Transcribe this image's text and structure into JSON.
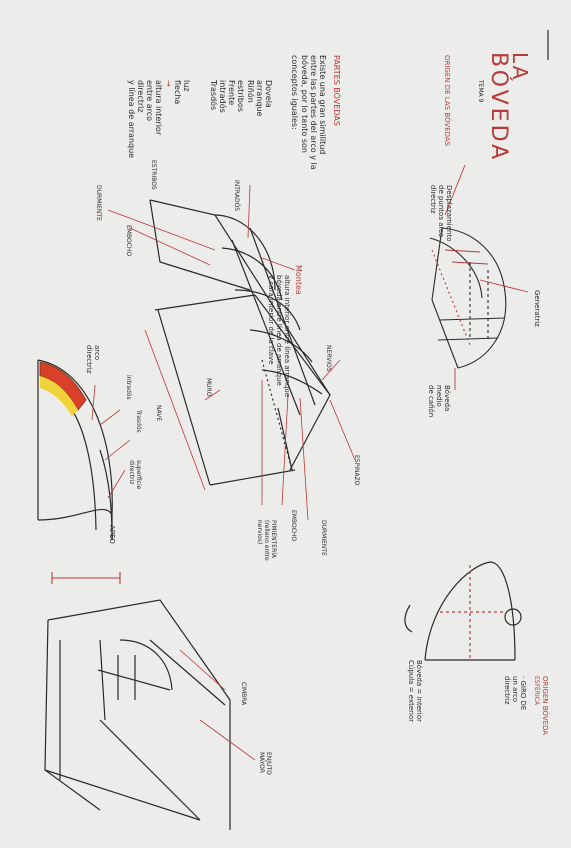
{
  "title": {
    "line1": "LA",
    "line2": "BÓVEDA",
    "subtitle": "TEMA 9"
  },
  "origin_section": {
    "heading": "ORIGEN DE LAS BÓVEDAS",
    "displacement_label": [
      "Desplazamiento",
      "de puntos arco",
      "directriz"
    ],
    "generatrix_label": "Generatriz",
    "barrel_vault_label": [
      "Bóveda",
      "medio",
      "de cañón"
    ]
  },
  "parts_section": {
    "heading": "PARTES BÓVEDAS",
    "intro": [
      "Existe una gran similitud",
      "entre las partes del arco y la",
      "bóveda, por lo tanto son",
      "conceptos iguales:"
    ],
    "parts_list": [
      "Dovela",
      "arranque",
      "Riñón",
      "estribos",
      "Frente",
      "intradós",
      "Trasdós",
      "luz",
      "flecha",
      "altura interior",
      "entre arco",
      "directriz",
      "y línea de arranque"
    ],
    "flecha_mark": "→"
  },
  "diagram_labels": {
    "estribos": "ESTRIBOS",
    "durmiente": "DURMIENTE",
    "intrados": "INTRADÓS",
    "embocho": "EMBOCHO",
    "montea": "Montea",
    "montea_note": [
      "altura interior entre línea arranque",
      "bóveda entre línea de arranque",
      "y cara interior de la clave"
    ],
    "nervios": "NERVIOS",
    "muro": "MURO",
    "nave": "NAVE",
    "espinazo": "ESPINAZO",
    "durmiente2": "DURMIENTE",
    "embocho2": "EMBOCHO",
    "pimienteria": [
      "PIMIENTERÍA",
      "(relleno entre",
      "nervios)"
    ]
  },
  "arch_section": {
    "arco_directriz": [
      "arco",
      "directriz"
    ],
    "intrados": "intradós",
    "trasdos": "Trasdós",
    "superficie": [
      "superficie",
      "directriz"
    ],
    "apeo": "APEO"
  },
  "dome_section": {
    "heading": "ORIGEN BÓVEDA",
    "subheading": "ESFÉRICA",
    "notes": [
      "· GIRO DE",
      "un arco",
      "directriz"
    ],
    "legend": [
      "Bóveda = interior",
      "Cúpula = exterior"
    ]
  },
  "cross_vault_section": {
    "cimbra": "CIMBRA",
    "enjuto": [
      "ENJUTO",
      "MAYOR"
    ]
  },
  "colors": {
    "paper": "#ececea",
    "ink": "#2a2a2a",
    "accent_red": "#b83a3a",
    "highlight_yellow": "#f2d23a"
  }
}
